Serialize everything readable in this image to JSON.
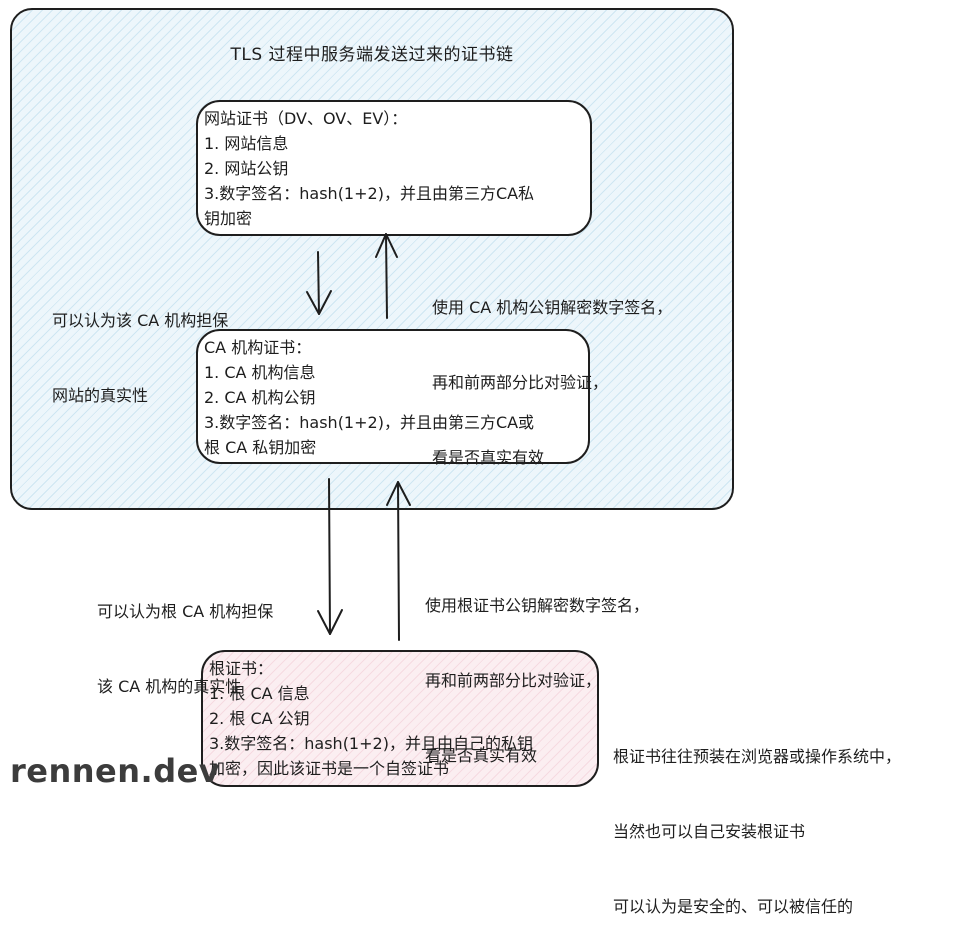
{
  "title": "TLS 过程中服务端发送过来的证书链",
  "site_cert": {
    "lines": [
      "网站证书（DV、OV、EV）：",
      "1. 网站信息",
      "2. 网站公钥",
      "3.数字签名：hash(1+2)，并且由第三方CA私",
      "钥加密"
    ]
  },
  "ca_cert": {
    "lines": [
      "CA 机构证书：",
      "1. CA 机构信息",
      "2. CA 机构公钥",
      "3.数字签名：hash(1+2)，并且由第三方CA或",
      "根 CA 私钥加密"
    ]
  },
  "root_cert": {
    "lines": [
      "根证书：",
      "1. 根 CA 信息",
      "2. 根 CA 公钥",
      "3.数字签名：hash(1+2)，并且由自己的私钥",
      "加密，因此该证书是一个自签证书"
    ]
  },
  "annotations": {
    "ca_vouches_site": [
      "可以认为该 CA 机构担保",
      "网站的真实性"
    ],
    "verify_with_ca_key": [
      "使用 CA 机构公钥解密数字签名，",
      "再和前两部分比对验证，",
      "看是否真实有效"
    ],
    "root_vouches_ca": [
      "可以认为根 CA 机构担保",
      "该 CA 机构的真实性"
    ],
    "verify_with_root_key": [
      "使用根证书公钥解密数字签名，",
      "再和前两部分比对验证，",
      "看是否真实有效"
    ],
    "root_preinstalled": [
      "根证书往往预装在浏览器或操作系统中，",
      "当然也可以自己安装根证书",
      "可以认为是安全的、可以被信任的"
    ]
  },
  "watermark": "rennen.dev"
}
